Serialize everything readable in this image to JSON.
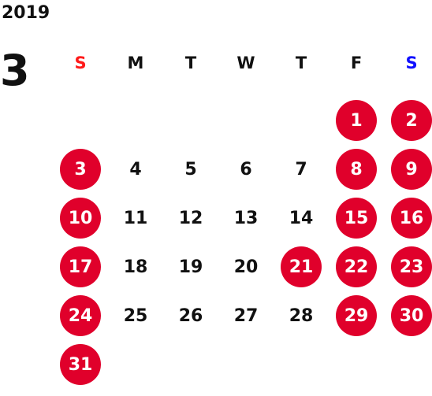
{
  "calendar": {
    "year": "2019",
    "month": "3",
    "weekdays": [
      {
        "label": "S",
        "color": "#ff1a1a"
      },
      {
        "label": "M",
        "color": "#111111"
      },
      {
        "label": "T",
        "color": "#111111"
      },
      {
        "label": "W",
        "color": "#111111"
      },
      {
        "label": "T",
        "color": "#111111"
      },
      {
        "label": "F",
        "color": "#111111"
      },
      {
        "label": "S",
        "color": "#1010ff"
      }
    ],
    "first_weekday_index": 5,
    "days": [
      {
        "day": "1",
        "highlighted": true
      },
      {
        "day": "2",
        "highlighted": true
      },
      {
        "day": "3",
        "highlighted": true
      },
      {
        "day": "4",
        "highlighted": false
      },
      {
        "day": "5",
        "highlighted": false
      },
      {
        "day": "6",
        "highlighted": false
      },
      {
        "day": "7",
        "highlighted": false
      },
      {
        "day": "8",
        "highlighted": true
      },
      {
        "day": "9",
        "highlighted": true
      },
      {
        "day": "10",
        "highlighted": true
      },
      {
        "day": "11",
        "highlighted": false
      },
      {
        "day": "12",
        "highlighted": false
      },
      {
        "day": "13",
        "highlighted": false
      },
      {
        "day": "14",
        "highlighted": false
      },
      {
        "day": "15",
        "highlighted": true
      },
      {
        "day": "16",
        "highlighted": true
      },
      {
        "day": "17",
        "highlighted": true
      },
      {
        "day": "18",
        "highlighted": false
      },
      {
        "day": "19",
        "highlighted": false
      },
      {
        "day": "20",
        "highlighted": false
      },
      {
        "day": "21",
        "highlighted": true
      },
      {
        "day": "22",
        "highlighted": true
      },
      {
        "day": "23",
        "highlighted": true
      },
      {
        "day": "24",
        "highlighted": true
      },
      {
        "day": "25",
        "highlighted": false
      },
      {
        "day": "26",
        "highlighted": false
      },
      {
        "day": "27",
        "highlighted": false
      },
      {
        "day": "28",
        "highlighted": false
      },
      {
        "day": "29",
        "highlighted": true
      },
      {
        "day": "30",
        "highlighted": true
      },
      {
        "day": "31",
        "highlighted": true
      }
    ],
    "highlight_color": "#e0002b"
  }
}
